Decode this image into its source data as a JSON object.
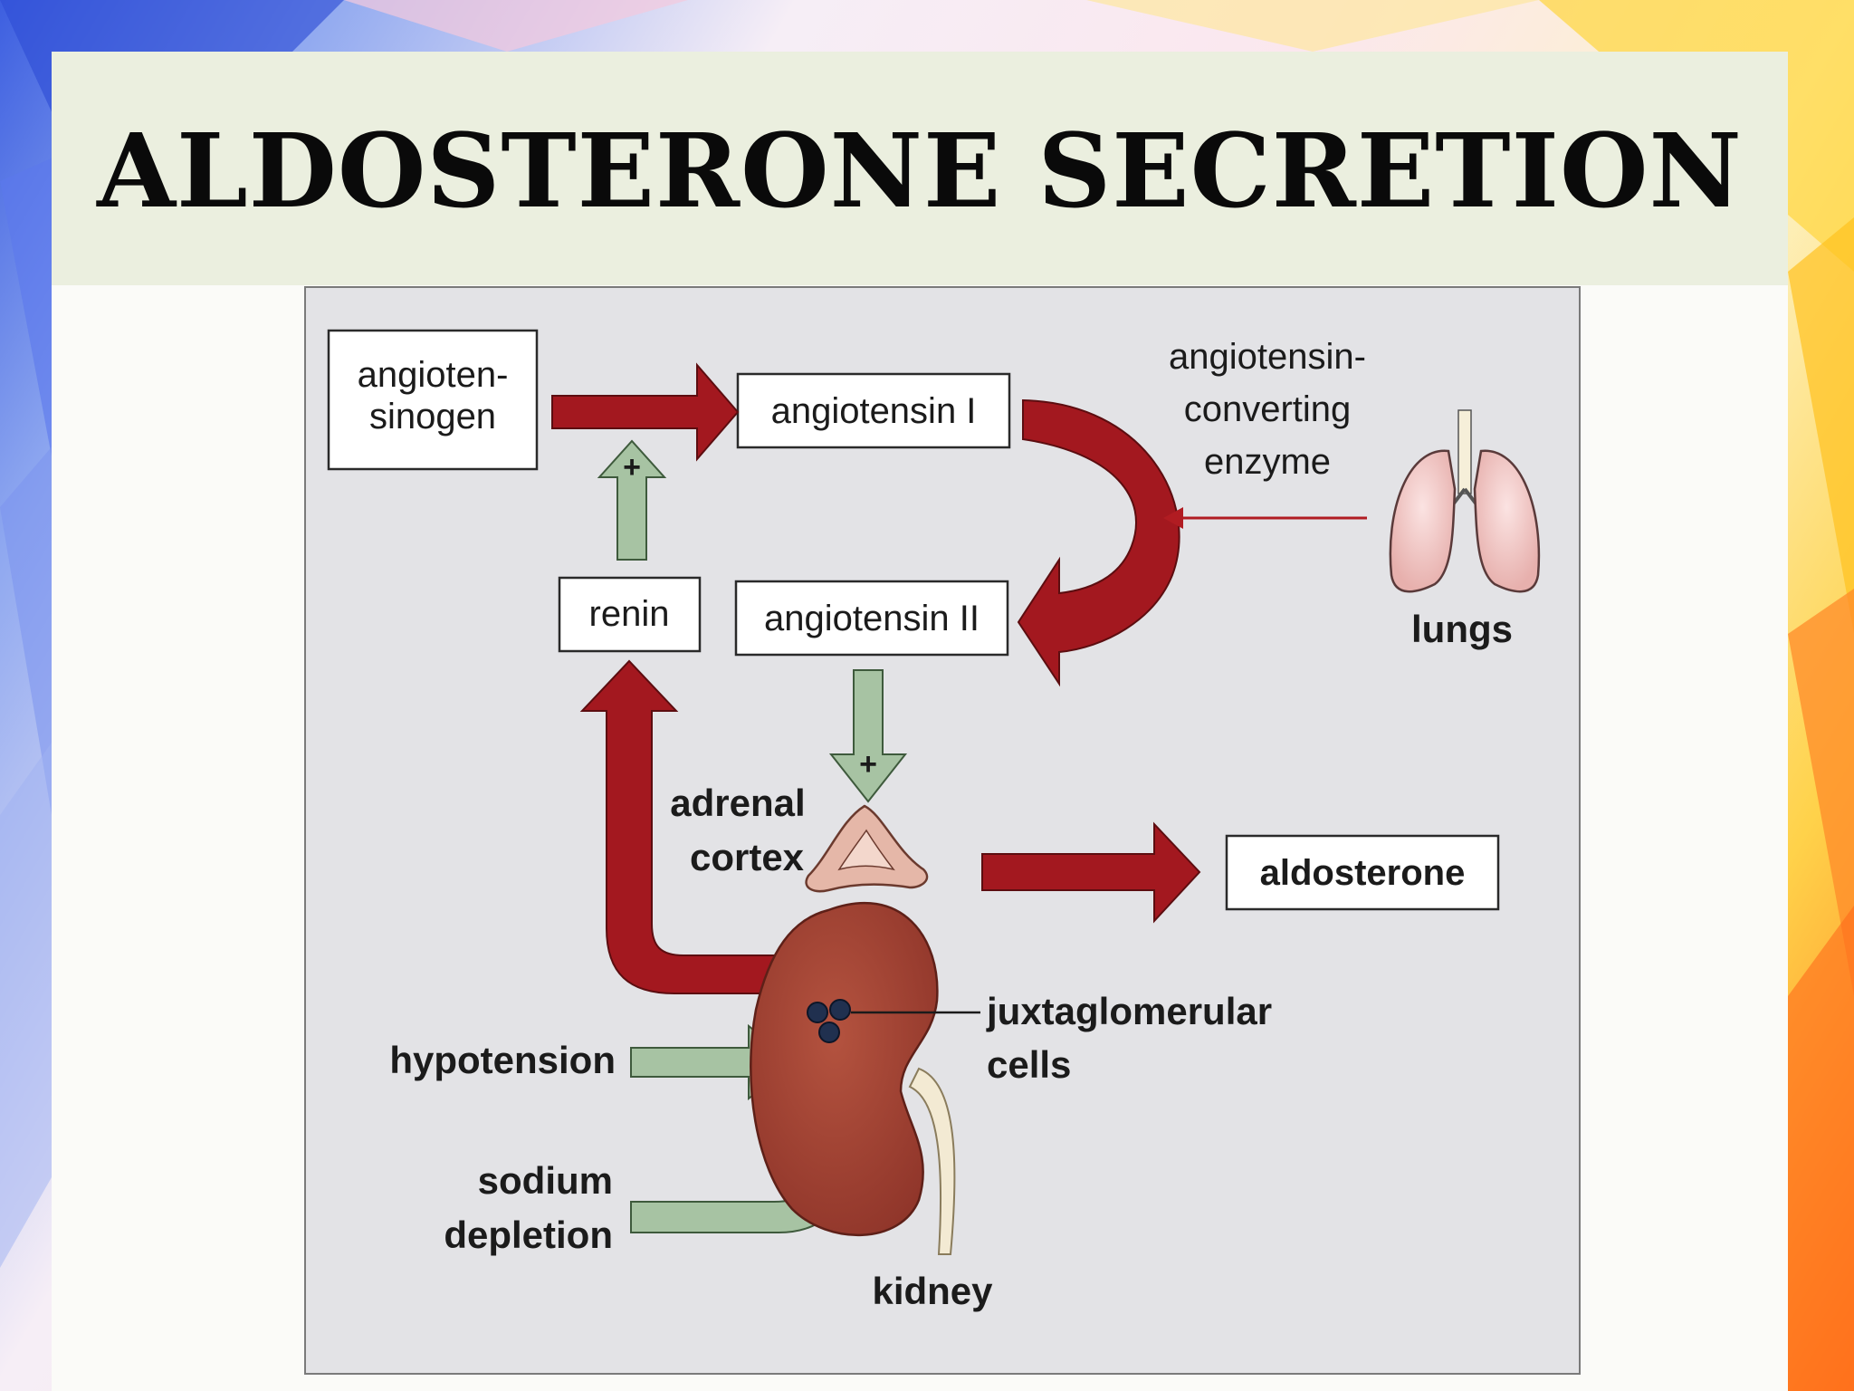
{
  "slide": {
    "title": "ALDOSTERONE SECRETION"
  },
  "diagram": {
    "boxes": {
      "angiotensinogen_line1": "angioten-",
      "angiotensinogen_line2": "sinogen",
      "angiotensin_1": "angiotensin I",
      "angiotensin_2": "angiotensin II",
      "renin": "renin",
      "aldosterone": "aldosterone"
    },
    "enzyme_label": {
      "line1": "angiotensin-",
      "line2": "converting",
      "line3": "enzyme"
    },
    "organs": {
      "lungs": "lungs",
      "adrenal_line1": "adrenal",
      "adrenal_line2": "cortex",
      "kidney": "kidney",
      "jg_line1": "juxtaglomerular",
      "jg_line2": "cells"
    },
    "stimuli": {
      "hypotension": "hypotension",
      "sodium_line1": "sodium",
      "sodium_line2": "depletion"
    },
    "plus_sign": "+",
    "colors": {
      "red_arrow": "#a3181f",
      "green_arrow": "#a7c3a3",
      "panel": "#e3e3e6",
      "kidney": "#a3463a"
    }
  }
}
